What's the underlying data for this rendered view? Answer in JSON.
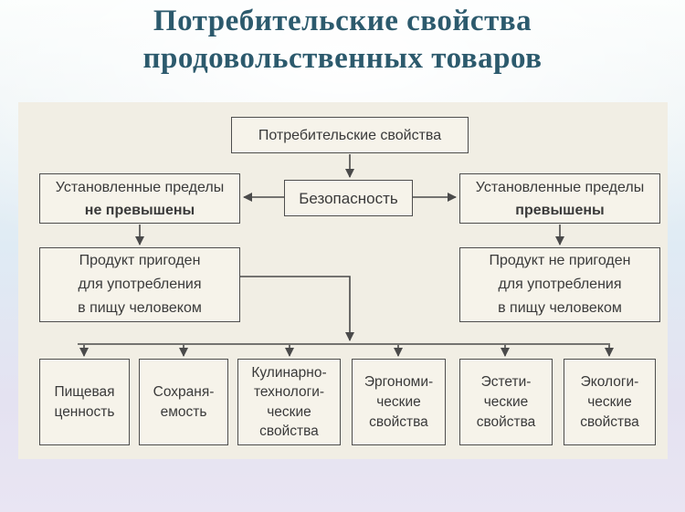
{
  "slide": {
    "title_line1": "Потребительские свойства",
    "title_line2": "продовольственных товаров"
  },
  "diagram": {
    "root_label": "Потребительские свойства",
    "safety_label": "Безопасность",
    "left_limits_line1": "Установленные пределы",
    "left_limits_line2": "не превышены",
    "right_limits_line1": "Установленные пределы",
    "right_limits_line2": "превышены",
    "left_product_label": "Продукт пригоден\nдля употребления\nв пищу человеком",
    "right_product_label": "Продукт не пригоден\nдля употребления\nв пищу человеком",
    "properties": [
      {
        "label": "Пищевая\nценность"
      },
      {
        "label": "Сохраня-\nемость"
      },
      {
        "label": "Кулинарно-\nтехнологи-\nческие\nсвойства"
      },
      {
        "label": "Эргономи-\nческие\nсвойства"
      },
      {
        "label": "Эстети-\nческие\nсвойства"
      },
      {
        "label": "Экологи-\nческие\nсвойства"
      }
    ]
  },
  "colors": {
    "title_text": "#2c5a6d",
    "panel_bg": "#f1eee4",
    "box_bg": "#f6f3ea",
    "box_border": "#4e4e4e",
    "connector": "#4a4a4a",
    "box_text": "#3a3a3a"
  }
}
